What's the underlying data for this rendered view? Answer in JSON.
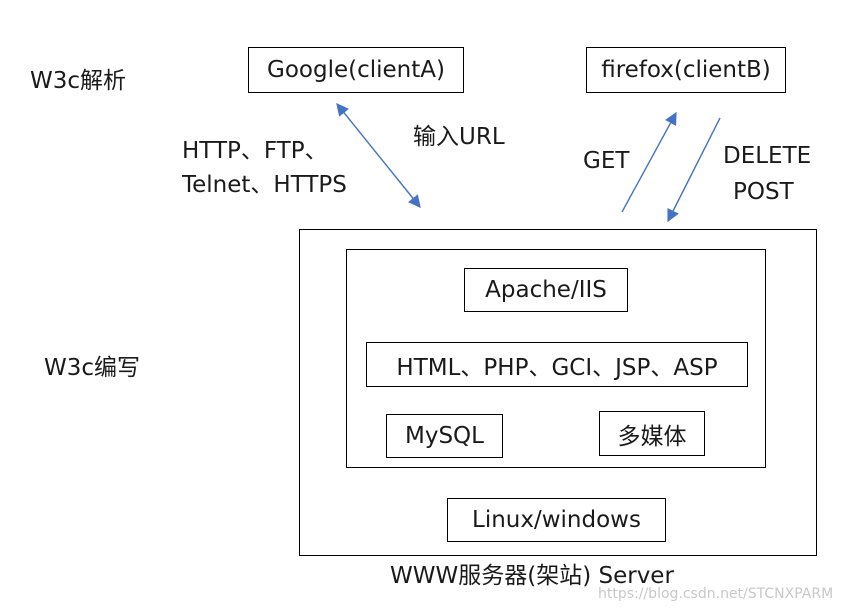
{
  "labels": {
    "w3c_parse": "W3c解析",
    "w3c_write": "W3c编写",
    "protocols_line1": "HTTP、FTP、",
    "protocols_line2": "Telnet、HTTPS",
    "input_url": "输入URL",
    "get": "GET",
    "delete": "DELETE",
    "post": "POST",
    "server_caption": "WWW服务器(架站) Server"
  },
  "clients": {
    "client_a": "Google(clientA)",
    "client_b": "firefox(clientB)"
  },
  "server": {
    "web_server": "Apache/IIS",
    "languages": "HTML、PHP、GCI、JSP、ASP",
    "database": "MySQL",
    "multimedia": "多媒体",
    "os": "Linux/windows"
  },
  "watermark": "https://blog.csdn.net/STCNXPARM",
  "colors": {
    "arrow": "#4472c4",
    "border": "#000000"
  }
}
